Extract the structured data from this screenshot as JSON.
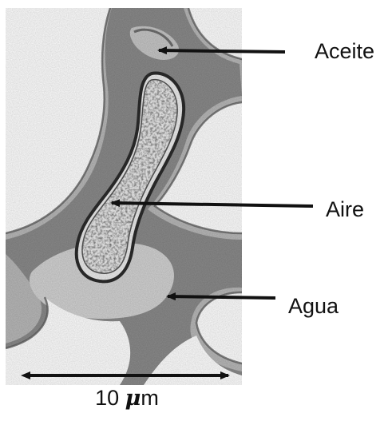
{
  "labels": {
    "oil": "Aceite",
    "air": "Aire",
    "water": "Agua"
  },
  "scale_bar": {
    "value": "10 ",
    "mu": "μ",
    "unit": "m"
  },
  "colors": {
    "solid_grain": "#ffffff",
    "water_phase": "#c9c9c9",
    "oil_phase": "#8e8e8e",
    "air_bubble": "#e6e6e6",
    "ink": "#111111"
  }
}
